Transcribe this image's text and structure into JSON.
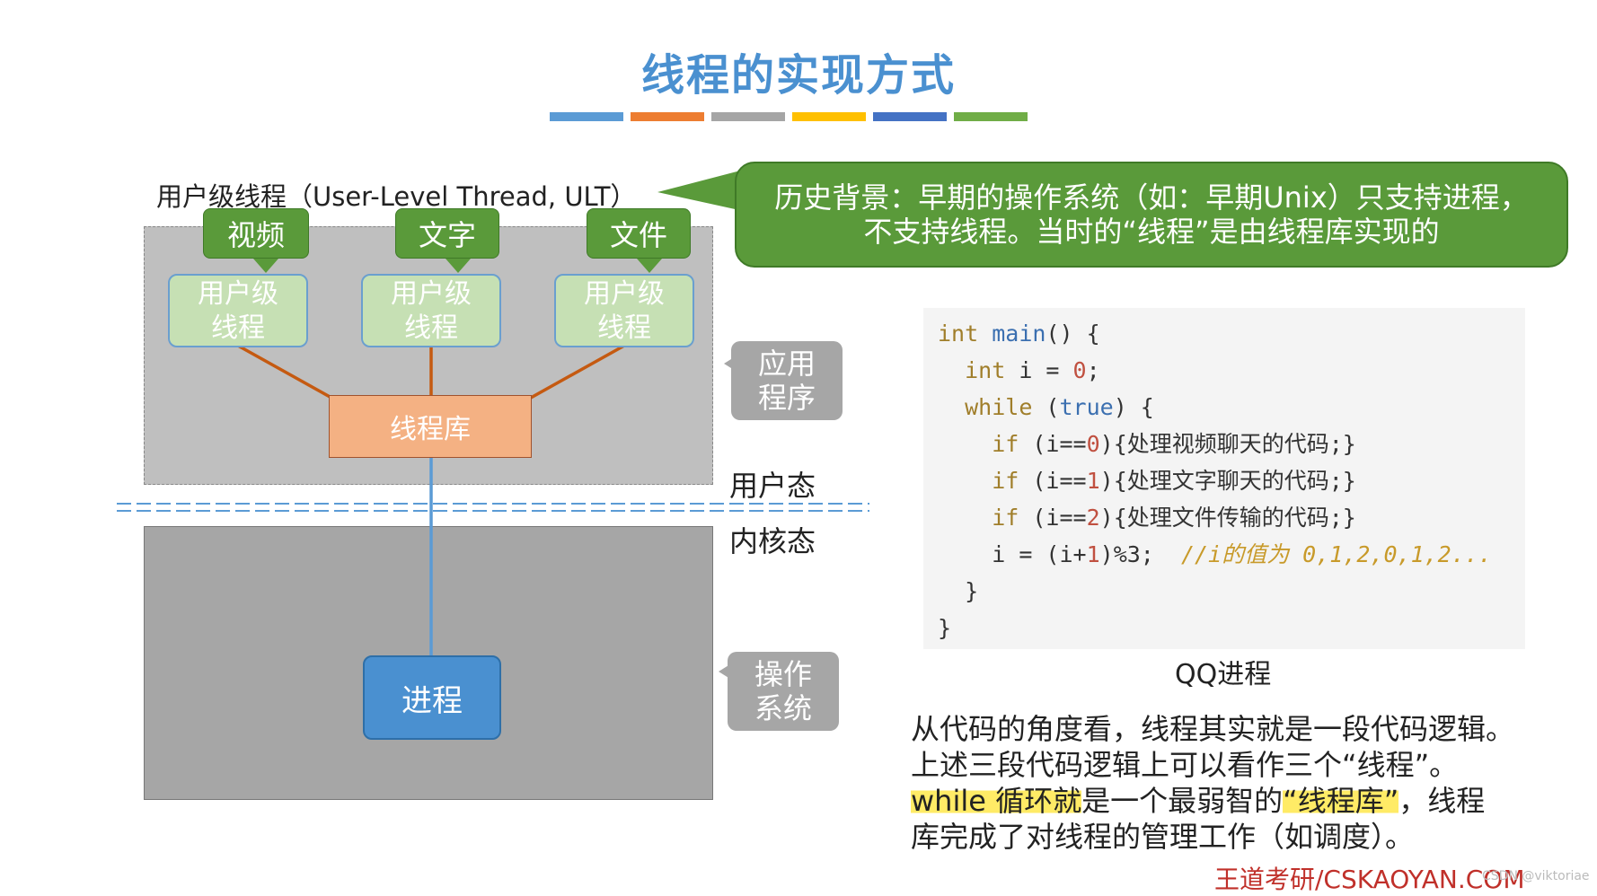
{
  "title": "线程的实现方式",
  "accent_bars": [
    "#5b9bd5",
    "#ed7d31",
    "#a5a5a5",
    "#ffc000",
    "#4472c4",
    "#70ad47"
  ],
  "ult_label": "用户级线程（User-Level Thread, ULT）",
  "tags": [
    "视频",
    "文字",
    "文件"
  ],
  "user_threads": [
    {
      "line1": "用户级",
      "line2": "线程"
    },
    {
      "line1": "用户级",
      "line2": "线程"
    },
    {
      "line1": "用户级",
      "line2": "线程"
    }
  ],
  "thread_library": "线程库",
  "process": "进程",
  "app_label": {
    "line1": "应用",
    "line2": "程序"
  },
  "os_label": {
    "line1": "操作",
    "line2": "系统"
  },
  "user_mode": "用户态",
  "kernel_mode": "内核态",
  "history": {
    "line1": "历史背景：早期的操作系统（如：早期Unix）只支持进程，",
    "line2": "不支持线程。当时的“线程”是由线程库实现的"
  },
  "code": {
    "l1_kw": "int",
    "l1_fn": "main",
    "l1_rest": "() {",
    "l2_kw": "int",
    "l2_a": " i = ",
    "l2_num": "0",
    "l2_b": ";",
    "l3_kw": "while",
    "l3_a": " (",
    "l3_kw2": "true",
    "l3_b": ") {",
    "l4_kw": "if",
    "l4_a": " (i==",
    "l4_num": "0",
    "l4_b": "){处理视频聊天的代码;}",
    "l5_kw": "if",
    "l5_a": " (i==",
    "l5_num": "1",
    "l5_b": "){处理文字聊天的代码;}",
    "l6_kw": "if",
    "l6_a": " (i==",
    "l6_num": "2",
    "l6_b": "){处理文件传输的代码;}",
    "l7_a": "i = (i+",
    "l7_num": "1",
    "l7_b": ")%3;  ",
    "l7_cmt": "//i的值为 0,1,2,0,1,2...",
    "l8": "}",
    "l9": "}"
  },
  "code_caption": "QQ进程",
  "paragraph": {
    "l1": "从代码的角度看，线程其实就是一段代码逻辑。",
    "l2": "上述三段代码逻辑上可以看作三个“线程”。",
    "l3_hl1": "while 循环就",
    "l3_mid": "是一个最弱智的",
    "l3_hl2": "“线程库”",
    "l3_end": "，线程",
    "l4": "库完成了对线程的管理工作（如调度）。"
  },
  "brand": "王道考研/CSKAOYAN.COM",
  "watermark": "CSDN @viktoriae"
}
